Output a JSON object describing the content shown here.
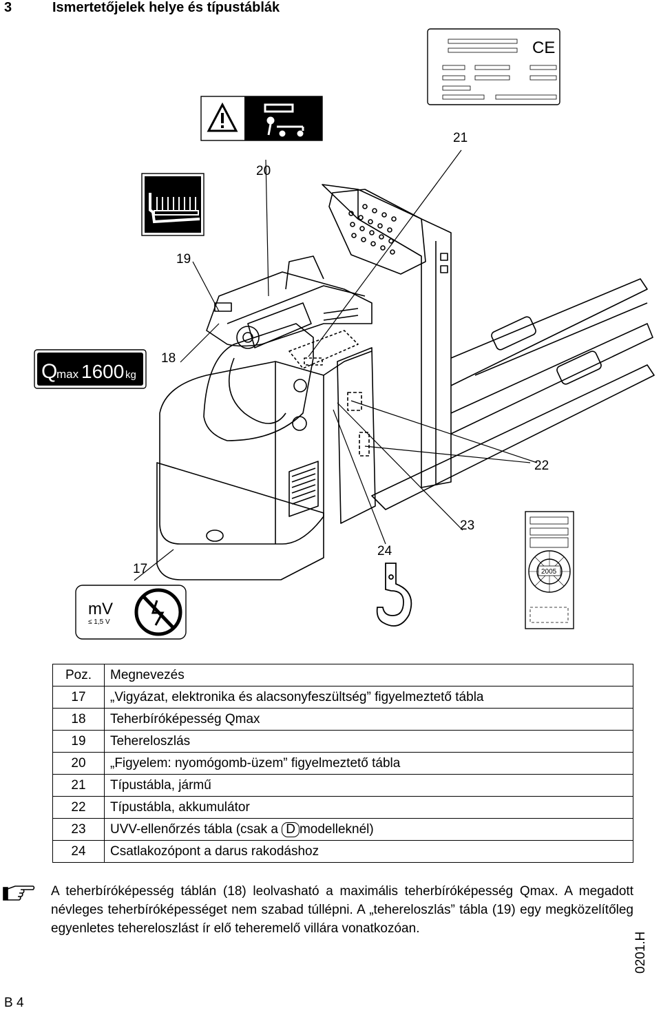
{
  "heading": {
    "number": "3",
    "title": "Ismertetőjelek helye és típustáblák"
  },
  "callouts": {
    "c17": "17",
    "c18": "18",
    "c19": "19",
    "c20": "20",
    "c21": "21",
    "c22": "22",
    "c23": "23",
    "c24": "24"
  },
  "labels": {
    "qmax_q": "Q",
    "qmax_sub": "max",
    "qmax_value": "1600",
    "qmax_unit": "kg",
    "mv": "mV",
    "mv_limit": "≤ 1,5 V",
    "uvv_year": "2005"
  },
  "legend": {
    "header": {
      "pos": "Poz.",
      "name": "Megnevezés"
    },
    "rows": [
      {
        "pos": "17",
        "name": "„Vigyázat, elektronika és alacsonyfeszültség” figyelmeztető tábla"
      },
      {
        "pos": "18",
        "name": "Teherbíróképesség Qmax"
      },
      {
        "pos": "19",
        "name": "Tehereloszlás"
      },
      {
        "pos": "20",
        "name": "„Figyelem: nyomógomb-üzem” figyelmeztető tábla"
      },
      {
        "pos": "21",
        "name": "Típustábla, jármű"
      },
      {
        "pos": "22",
        "name": "Típustábla, akkumulátor"
      },
      {
        "pos": "23",
        "name_before": "UVV-ellenőrzés tábla (csak a ",
        "name_box": "D",
        "name_after": "modelleknél)"
      },
      {
        "pos": "24",
        "name": "Csatlakozópont a darus rakodáshoz"
      }
    ]
  },
  "note": "A teherbíróképesség táblán (18) leolvasható a maximális teherbíróképesség Qmax. A megadott névleges teherbíróképességet nem szabad túllépni. A „tehereloszlás” tábla (19) egy megközelítőleg egyenletes tehereloszlást ír elő teheremelő villára vonatkozóan.",
  "footer": {
    "page": "B 4",
    "code": "0201.H"
  }
}
